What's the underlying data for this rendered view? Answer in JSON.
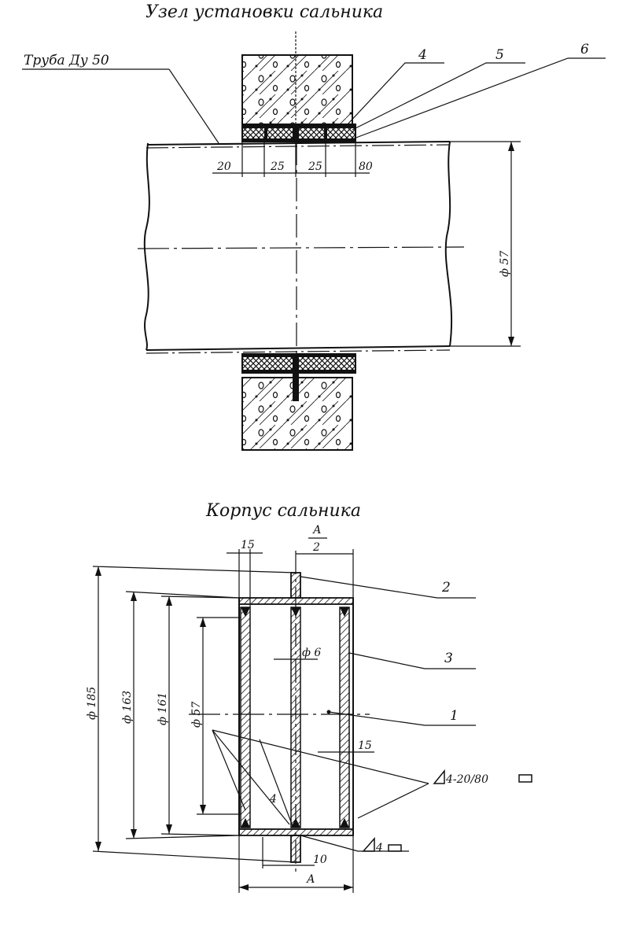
{
  "top_view": {
    "title": "Узел установки сальника",
    "pipe_label": "Труба Ду 50",
    "callouts": [
      "4",
      "5",
      "6"
    ],
    "dims": [
      "20",
      "25",
      "25",
      "80"
    ],
    "diameter": "ф 57"
  },
  "bottom_view": {
    "title": "Корпус сальника",
    "dim_15_top": "15",
    "frac_num": "А",
    "frac_den": "2",
    "callouts": [
      "2",
      "3",
      "1"
    ],
    "d_185": "ф 185",
    "d_163": "ф 163",
    "d_161": "ф 161",
    "d_57": "ф 57",
    "d_6": "ф 6",
    "dim_15_right": "15",
    "dim_4": "4",
    "weld_1": "4-20/80",
    "weld_2": "4",
    "dim_10": "10",
    "dim_a": "А"
  }
}
